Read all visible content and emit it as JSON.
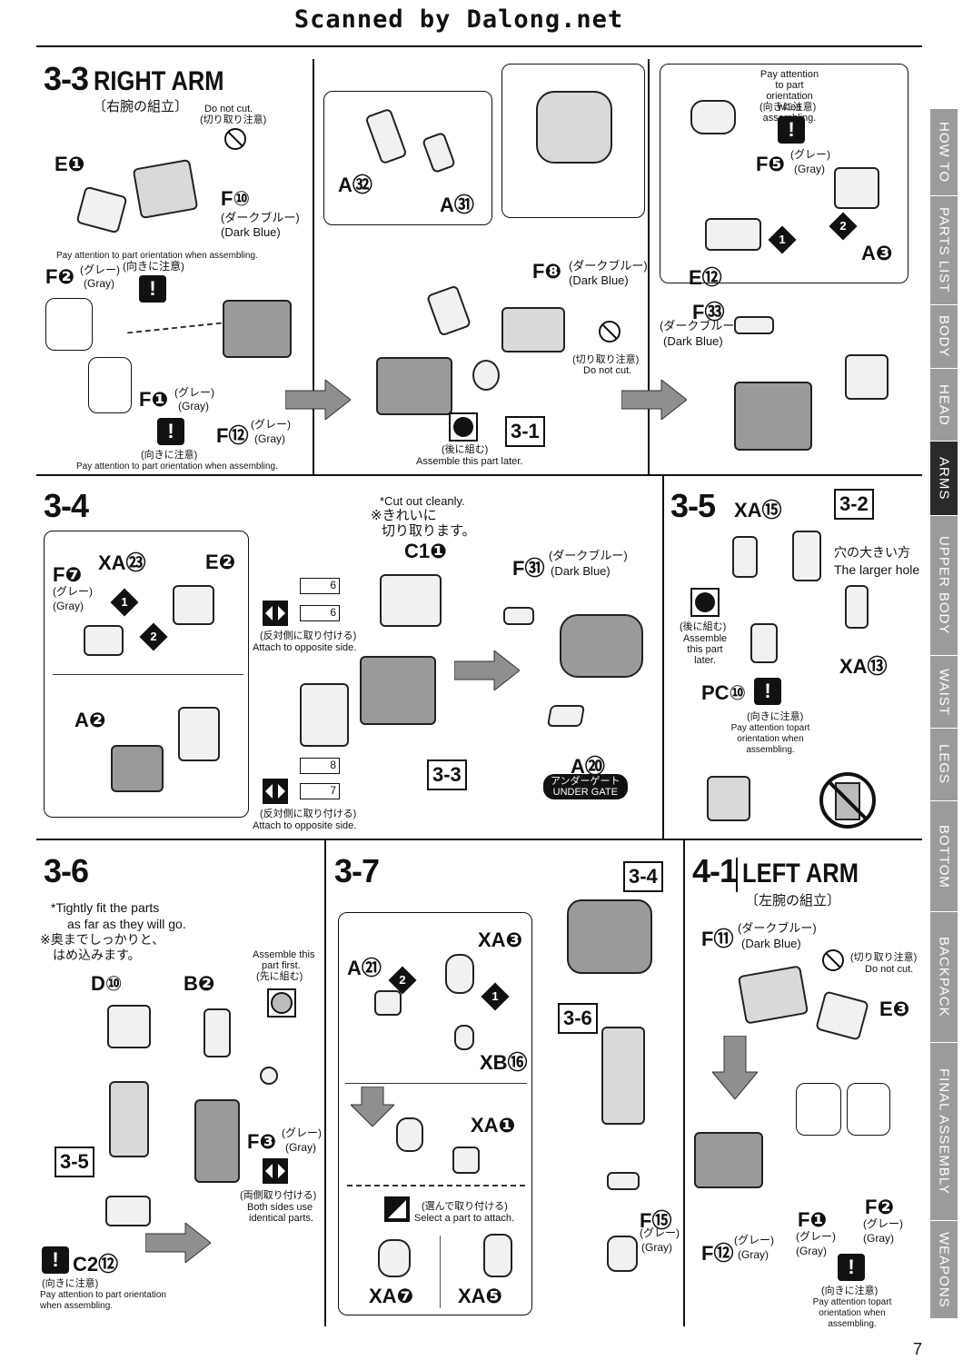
{
  "banner": "Scanned by Dalong.net",
  "page_number": "7",
  "sidebar": [
    "HOW TO",
    "PARTS LIST",
    "BODY",
    "HEAD",
    "ARMS",
    "UPPER BODY",
    "WAIST",
    "LEGS",
    "BOTTOM",
    "BACKPACK",
    "FINAL ASSEMBLY",
    "WEAPONS"
  ],
  "common": {
    "do_not_cut_en": "Do not cut.",
    "do_not_cut_jp": "(切り取り注意)",
    "attention_jp": "(向きに注意)",
    "attention_en": "Pay attention to part orientation when assembling.",
    "dark_blue_jp": "(ダークブルー)",
    "dark_blue_en": "(Dark Blue)",
    "gray_jp": "(グレー)",
    "gray_en": "(Gray)",
    "assemble_later_jp": "(後に組む)",
    "assemble_later_en": "Assemble this part later.",
    "opposite_jp": "(反対側に取り付ける)",
    "opposite_en": "Attach to opposite side."
  },
  "s33": {
    "num": "3-3",
    "title": "RIGHT ARM",
    "sub": "〔右腕の組立〕",
    "E1": "E❶",
    "F10": "F⑩",
    "F2": "F❷",
    "F1": "F❶",
    "F12": "F⑫",
    "A32": "A㉜",
    "A31": "A㉛",
    "F8": "F❽",
    "ref": "3-1",
    "F5": "F❺",
    "A3": "A❸",
    "E12": "E⑫",
    "F33": "F㉝",
    "pay_attention_small": "Pay attention to part orientation when assembling."
  },
  "s34": {
    "num": "3-4",
    "XA23": "XA㉓",
    "E2": "E❷",
    "F7": "F❼",
    "A2": "A❷",
    "C11": "C1❶",
    "cut_en": "*Cut out cleanly.",
    "cut_jp1": "※きれいに",
    "cut_jp2": "切り取ります。",
    "seal6": "6",
    "seal8": "8",
    "seal7": "7",
    "ref": "3-3",
    "F31": "F㉛",
    "A20": "A⑳",
    "undergate_jp": "アンダーゲート",
    "undergate_en": "UNDER GATE"
  },
  "s35": {
    "num": "3-5",
    "XA15": "XA⑮",
    "ref": "3-2",
    "hole_jp": "穴の大きい方",
    "hole_en": "The larger hole",
    "XA13": "XA⑬",
    "PC10": "PC⑩",
    "attn_en": "Pay attention topart orientation when assembling."
  },
  "s36": {
    "num": "3-6",
    "tight_en1": "*Tightly fit the parts",
    "tight_en2": "as far as they will go.",
    "tight_jp1": "※奥までしっかりと、",
    "tight_jp2": "はめ込みます。",
    "D10": "D⑩",
    "B2": "B❷",
    "first_en1": "Assemble this",
    "first_en2": "part first.",
    "first_jp": "(先に組む)",
    "F3": "F❸",
    "both_jp": "(両側取り付ける)",
    "both_en1": "Both sides use",
    "both_en2": "identical parts.",
    "ref": "3-5",
    "C212": "C2⑫"
  },
  "s37": {
    "num": "3-7",
    "A21": "A㉑",
    "XA3": "XA❸",
    "XB16": "XB⑯",
    "XA1": "XA❶",
    "select_jp": "(選んで取り付ける)",
    "select_en": "Select a part to attach.",
    "XA7": "XA❼",
    "XA5": "XA❺",
    "ref34": "3-4",
    "ref36": "3-6",
    "F15": "F⑮"
  },
  "s41": {
    "num": "4-1",
    "title": "LEFT ARM",
    "sub": "〔左腕の組立〕",
    "F11": "F⑪",
    "E3": "E❸",
    "F1": "F❶",
    "F2": "F❷",
    "F12": "F⑫",
    "attn_en": "Pay attention topart orientation when assembling."
  }
}
